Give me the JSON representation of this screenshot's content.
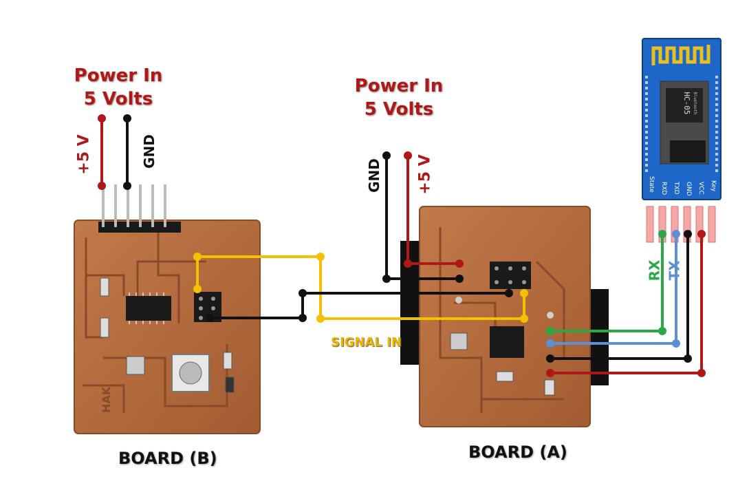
{
  "labels": {
    "power_b_line1": "Power In",
    "power_b_line2": "5 Volts",
    "power_a_line1": "Power In",
    "power_a_line2": "5 Volts",
    "plus5v_b": "+5 V",
    "gnd_b": "GND",
    "gnd_a": "GND",
    "plus5v_a": "+5 V",
    "rx": "RX",
    "tx": "TX",
    "signal_in": "SIGNAL IN",
    "board_b": "BOARD (B)",
    "board_a": "BOARD (A)",
    "module_text": "HC-05",
    "module_sub": "Bluetooth",
    "board_b_silk": "HAK",
    "pin_labels": [
      "State",
      "RXD",
      "TXD",
      "GND",
      "VCC",
      "Key"
    ]
  },
  "colors": {
    "power": "#b01818",
    "ground": "#111111",
    "signal": "#f5c000",
    "rx": "#29a845",
    "tx": "#5b8fd6",
    "pcb": "#b06a3e",
    "module": "#1e66c8"
  }
}
